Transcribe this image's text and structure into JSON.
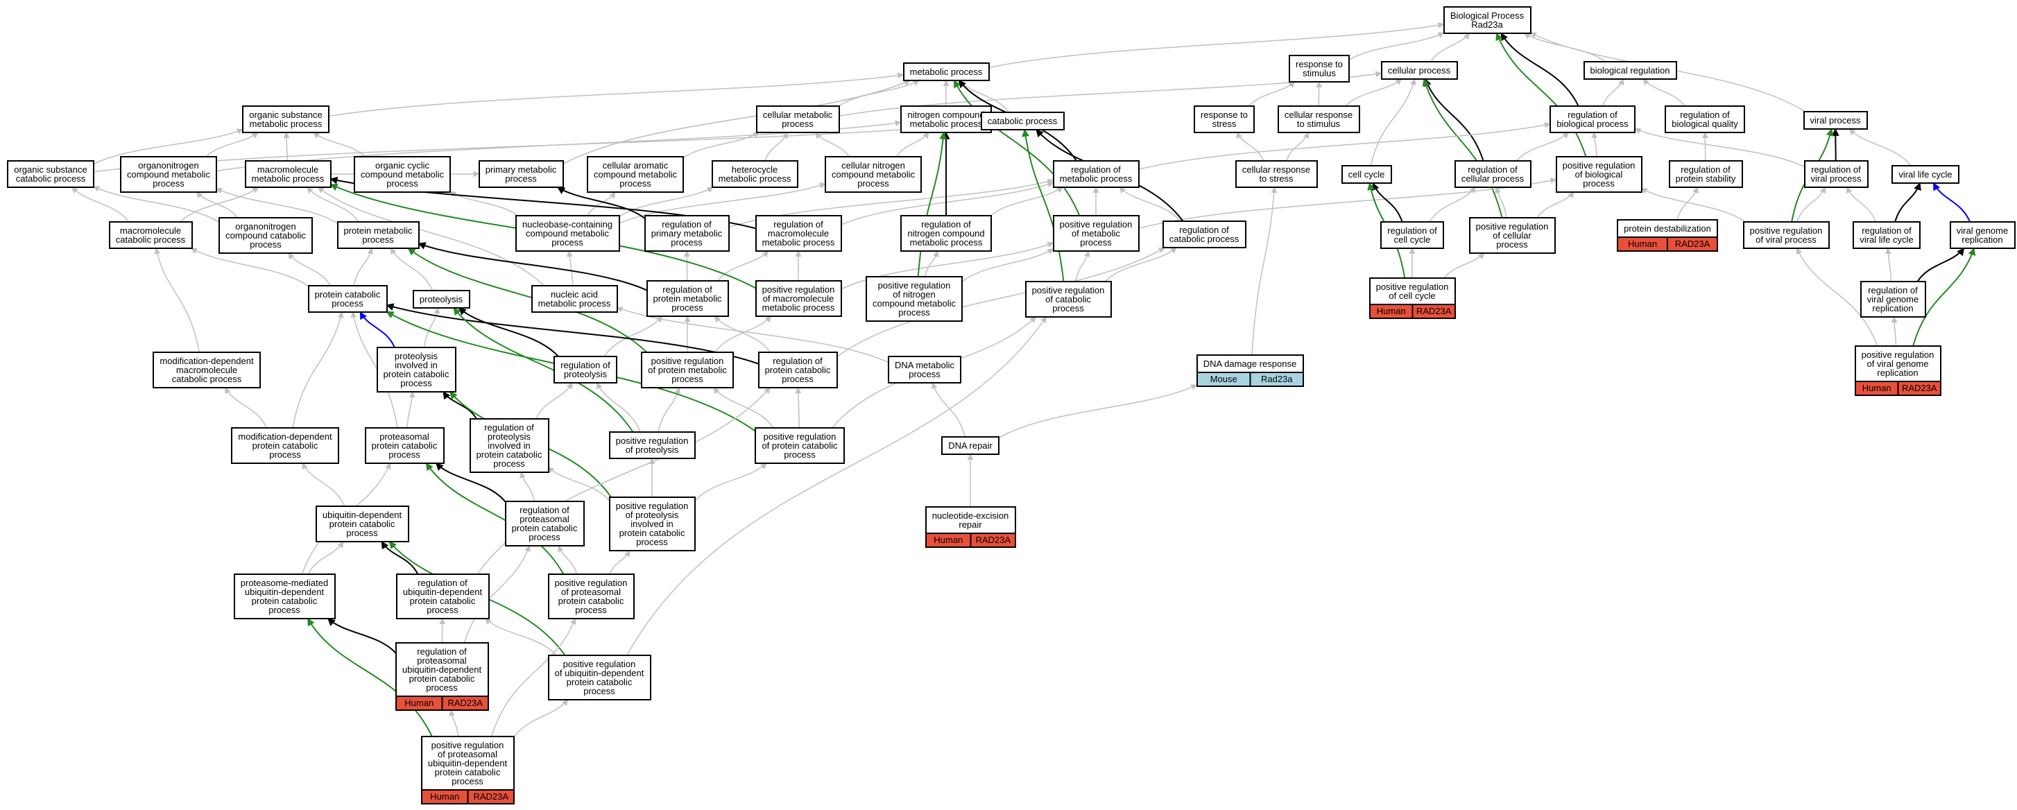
{
  "title": "Biological Process Rad23a",
  "colors": {
    "human": "#e8503a",
    "mouse": "#a8d4e0",
    "is_a": "#c0c0c0",
    "regulates": "#000000",
    "positively_regulates": "#228b22",
    "part_of": "#0000ff"
  },
  "nodes": [
    {
      "id": "bp",
      "lines": [
        "Biological Process",
        "Rad23a"
      ]
    },
    {
      "id": "mp",
      "lines": [
        "metabolic process"
      ]
    },
    {
      "id": "rts",
      "lines": [
        "response to",
        "stimulus"
      ]
    },
    {
      "id": "cp",
      "lines": [
        "cellular process"
      ]
    },
    {
      "id": "br",
      "lines": [
        "biological regulation"
      ]
    },
    {
      "id": "osmp",
      "lines": [
        "organic substance",
        "metabolic process"
      ]
    },
    {
      "id": "cmp",
      "lines": [
        "cellular metabolic",
        "process"
      ]
    },
    {
      "id": "ncmp",
      "lines": [
        "nitrogen compound",
        "metabolic process"
      ]
    },
    {
      "id": "catp",
      "lines": [
        "catabolic process"
      ]
    },
    {
      "id": "rtstress",
      "lines": [
        "response to",
        "stress"
      ]
    },
    {
      "id": "crs",
      "lines": [
        "cellular response",
        "to stimulus"
      ]
    },
    {
      "id": "rbp",
      "lines": [
        "regulation of",
        "biological process"
      ]
    },
    {
      "id": "rbq",
      "lines": [
        "regulation of",
        "biological quality"
      ]
    },
    {
      "id": "vp",
      "lines": [
        "viral process"
      ]
    },
    {
      "id": "oscp",
      "lines": [
        "organic substance",
        "catabolic process"
      ]
    },
    {
      "id": "ocmp",
      "lines": [
        "organonitrogen",
        "compound metabolic",
        "process"
      ]
    },
    {
      "id": "mmp",
      "lines": [
        "macromolecule",
        "metabolic process"
      ]
    },
    {
      "id": "ocycmp",
      "lines": [
        "organic cyclic",
        "compound metabolic",
        "process"
      ]
    },
    {
      "id": "pmp",
      "lines": [
        "primary metabolic",
        "process"
      ]
    },
    {
      "id": "camp",
      "lines": [
        "cellular aromatic",
        "compound metabolic",
        "process"
      ]
    },
    {
      "id": "hmp",
      "lines": [
        "heterocycle",
        "metabolic process"
      ]
    },
    {
      "id": "cncmp",
      "lines": [
        "cellular nitrogen",
        "compound metabolic",
        "process"
      ]
    },
    {
      "id": "rmp",
      "lines": [
        "regulation of",
        "metabolic process"
      ]
    },
    {
      "id": "crstress",
      "lines": [
        "cellular response",
        "to stress"
      ]
    },
    {
      "id": "cc",
      "lines": [
        "cell cycle"
      ]
    },
    {
      "id": "rcp",
      "lines": [
        "regulation of",
        "cellular process"
      ]
    },
    {
      "id": "prbp",
      "lines": [
        "positive regulation",
        "of biological",
        "process"
      ]
    },
    {
      "id": "rps",
      "lines": [
        "regulation of",
        "protein stability"
      ]
    },
    {
      "id": "rvp",
      "lines": [
        "regulation of",
        "viral process"
      ]
    },
    {
      "id": "vlc",
      "lines": [
        "viral life cycle"
      ]
    },
    {
      "id": "mcp",
      "lines": [
        "macromolecule",
        "catabolic process"
      ]
    },
    {
      "id": "occp",
      "lines": [
        "organonitrogen",
        "compound catabolic",
        "process"
      ]
    },
    {
      "id": "prmp",
      "lines": [
        "protein metabolic",
        "process"
      ]
    },
    {
      "id": "nbcmp",
      "lines": [
        "nucleobase-containing",
        "compound metabolic",
        "process"
      ]
    },
    {
      "id": "rprimp",
      "lines": [
        "regulation of",
        "primary metabolic",
        "process"
      ]
    },
    {
      "id": "rmmp",
      "lines": [
        "regulation of",
        "macromolecule",
        "metabolic process"
      ]
    },
    {
      "id": "rncmp",
      "lines": [
        "regulation of",
        "nitrogen compound",
        "metabolic process"
      ]
    },
    {
      "id": "prmetp",
      "lines": [
        "positive regulation",
        "of metabolic",
        "process"
      ]
    },
    {
      "id": "rcatp",
      "lines": [
        "regulation of",
        "catabolic process"
      ]
    },
    {
      "id": "rcc",
      "lines": [
        "regulation of",
        "cell cycle"
      ]
    },
    {
      "id": "prcellp",
      "lines": [
        "positive regulation",
        "of cellular",
        "process"
      ]
    },
    {
      "id": "pd",
      "lines": [
        "protein destabilization"
      ],
      "ann": [
        {
          "species": "Human",
          "gene": "RAD23A"
        }
      ]
    },
    {
      "id": "prvp",
      "lines": [
        "positive regulation",
        "of viral process"
      ]
    },
    {
      "id": "rvlc",
      "lines": [
        "regulation of",
        "viral life cycle"
      ]
    },
    {
      "id": "vgr",
      "lines": [
        "viral genome",
        "replication"
      ]
    },
    {
      "id": "pcatp",
      "lines": [
        "protein catabolic",
        "process"
      ]
    },
    {
      "id": "proteolysis",
      "lines": [
        "proteolysis"
      ]
    },
    {
      "id": "namp",
      "lines": [
        "nucleic acid",
        "metabolic process"
      ]
    },
    {
      "id": "rprotmp",
      "lines": [
        "regulation of",
        "protein metabolic",
        "process"
      ]
    },
    {
      "id": "prmmp",
      "lines": [
        "positive regulation",
        "of macromolecule",
        "metabolic process"
      ]
    },
    {
      "id": "prncmp",
      "lines": [
        "positive regulation",
        "of nitrogen",
        "compound metabolic",
        "process"
      ]
    },
    {
      "id": "prcatp",
      "lines": [
        "positive regulation",
        "of catabolic",
        "process"
      ]
    },
    {
      "id": "prcc",
      "lines": [
        "positive regulation",
        "of cell cycle"
      ],
      "ann": [
        {
          "species": "Human",
          "gene": "RAD23A"
        }
      ]
    },
    {
      "id": "rvgr",
      "lines": [
        "regulation of",
        "viral genome",
        "replication"
      ]
    },
    {
      "id": "mdmcp",
      "lines": [
        "modification-dependent",
        "macromolecule",
        "catabolic process"
      ]
    },
    {
      "id": "pipcp",
      "lines": [
        "proteolysis",
        "involved in",
        "protein catabolic",
        "process"
      ]
    },
    {
      "id": "rprot",
      "lines": [
        "regulation of",
        "proteolysis"
      ]
    },
    {
      "id": "prpmp",
      "lines": [
        "positive regulation",
        "of protein metabolic",
        "process"
      ]
    },
    {
      "id": "rpcp",
      "lines": [
        "regulation of",
        "protein catabolic",
        "process"
      ]
    },
    {
      "id": "dmp",
      "lines": [
        "DNA metabolic",
        "process"
      ]
    },
    {
      "id": "ddr",
      "lines": [
        "DNA damage response"
      ],
      "ann": [
        {
          "species": "Mouse",
          "gene": "Rad23a"
        }
      ]
    },
    {
      "id": "prvgr",
      "lines": [
        "positive regulation",
        "of viral genome",
        "replication"
      ],
      "ann": [
        {
          "species": "Human",
          "gene": "RAD23A"
        }
      ]
    },
    {
      "id": "mdpcp",
      "lines": [
        "modification-dependent",
        "protein catabolic",
        "process"
      ]
    },
    {
      "id": "ppcp",
      "lines": [
        "proteasomal",
        "protein catabolic",
        "process"
      ]
    },
    {
      "id": "rpipcp",
      "lines": [
        "regulation of",
        "proteolysis",
        "involved in",
        "protein catabolic",
        "process"
      ]
    },
    {
      "id": "prprot",
      "lines": [
        "positive regulation",
        "of proteolysis"
      ]
    },
    {
      "id": "prpcp",
      "lines": [
        "positive regulation",
        "of protein catabolic",
        "process"
      ]
    },
    {
      "id": "dnarep",
      "lines": [
        "DNA repair"
      ]
    },
    {
      "id": "udpcp",
      "lines": [
        "ubiquitin-dependent",
        "protein catabolic",
        "process"
      ]
    },
    {
      "id": "rppcp",
      "lines": [
        "regulation of",
        "proteasomal",
        "protein catabolic",
        "process"
      ]
    },
    {
      "id": "prpipcp",
      "lines": [
        "positive regulation",
        "of proteolysis",
        "involved in",
        "protein catabolic",
        "process"
      ]
    },
    {
      "id": "ner",
      "lines": [
        "nucleotide-excision",
        "repair"
      ],
      "ann": [
        {
          "species": "Human",
          "gene": "RAD23A"
        }
      ]
    },
    {
      "id": "pmudpcp",
      "lines": [
        "proteasome-mediated",
        "ubiquitin-dependent",
        "protein catabolic",
        "process"
      ]
    },
    {
      "id": "rudpcp",
      "lines": [
        "regulation of",
        "ubiquitin-dependent",
        "protein catabolic",
        "process"
      ]
    },
    {
      "id": "prppcp",
      "lines": [
        "positive regulation",
        "of proteasomal",
        "protein catabolic",
        "process"
      ]
    },
    {
      "id": "rpudpcp",
      "lines": [
        "regulation of",
        "proteasomal",
        "ubiquitin-dependent",
        "protein catabolic",
        "process"
      ],
      "ann": [
        {
          "species": "Human",
          "gene": "RAD23A"
        }
      ]
    },
    {
      "id": "prudpcp",
      "lines": [
        "positive regulation",
        "of ubiquitin-dependent",
        "protein catabolic",
        "process"
      ]
    },
    {
      "id": "prpudpcp",
      "lines": [
        "positive regulation",
        "of proteasomal",
        "ubiquitin-dependent",
        "protein catabolic",
        "process"
      ],
      "ann": [
        {
          "species": "Human",
          "gene": "RAD23A"
        }
      ]
    }
  ],
  "edges": [
    [
      "mp",
      "bp",
      "is_a"
    ],
    [
      "rts",
      "bp",
      "is_a"
    ],
    [
      "cp",
      "bp",
      "is_a"
    ],
    [
      "br",
      "bp",
      "is_a"
    ],
    [
      "vp",
      "bp",
      "is_a"
    ],
    [
      "osmp",
      "mp",
      "is_a"
    ],
    [
      "cmp",
      "mp",
      "is_a"
    ],
    [
      "ncmp",
      "mp",
      "is_a"
    ],
    [
      "catp",
      "mp",
      "is_a"
    ],
    [
      "pmp",
      "mp",
      "is_a"
    ],
    [
      "rtstress",
      "rts",
      "is_a"
    ],
    [
      "crs",
      "rts",
      "is_a"
    ],
    [
      "crs",
      "cp",
      "is_a"
    ],
    [
      "cmp",
      "cp",
      "is_a"
    ],
    [
      "cc",
      "cp",
      "is_a"
    ],
    [
      "rbp",
      "br",
      "is_a"
    ],
    [
      "rbq",
      "br",
      "is_a"
    ],
    [
      "rcp",
      "cp",
      "regulates"
    ],
    [
      "prcellp",
      "cp",
      "positively_regulates"
    ],
    [
      "rbp",
      "bp",
      "regulates"
    ],
    [
      "prbp",
      "bp",
      "positively_regulates"
    ],
    [
      "rmp",
      "mp",
      "regulates"
    ],
    [
      "prmetp",
      "mp",
      "positively_regulates"
    ],
    [
      "oscp",
      "osmp",
      "is_a"
    ],
    [
      "oscp",
      "catp",
      "is_a"
    ],
    [
      "ocmp",
      "osmp",
      "is_a"
    ],
    [
      "ocmp",
      "ncmp",
      "is_a"
    ],
    [
      "mmp",
      "osmp",
      "is_a"
    ],
    [
      "mmp",
      "pmp",
      "is_a"
    ],
    [
      "ocycmp",
      "osmp",
      "is_a"
    ],
    [
      "pmp",
      "mp",
      "is_a"
    ],
    [
      "camp",
      "cmp",
      "is_a"
    ],
    [
      "hmp",
      "cmp",
      "is_a"
    ],
    [
      "cncmp",
      "cmp",
      "is_a"
    ],
    [
      "cncmp",
      "ncmp",
      "is_a"
    ],
    [
      "rmp",
      "rbp",
      "is_a"
    ],
    [
      "crstress",
      "rtstress",
      "is_a"
    ],
    [
      "crstress",
      "crs",
      "is_a"
    ],
    [
      "rcp",
      "rbp",
      "is_a"
    ],
    [
      "prbp",
      "rbp",
      "is_a"
    ],
    [
      "rps",
      "rbq",
      "is_a"
    ],
    [
      "rvp",
      "vp",
      "regulates"
    ],
    [
      "rvp",
      "rbp",
      "is_a"
    ],
    [
      "vlc",
      "vp",
      "is_a"
    ],
    [
      "mcp",
      "mmp",
      "is_a"
    ],
    [
      "mcp",
      "oscp",
      "is_a"
    ],
    [
      "occp",
      "ocmp",
      "is_a"
    ],
    [
      "occp",
      "oscp",
      "is_a"
    ],
    [
      "prmp",
      "mmp",
      "is_a"
    ],
    [
      "prmp",
      "ocmp",
      "is_a"
    ],
    [
      "nbcmp",
      "camp",
      "is_a"
    ],
    [
      "nbcmp",
      "hmp",
      "is_a"
    ],
    [
      "nbcmp",
      "ocycmp",
      "is_a"
    ],
    [
      "nbcmp",
      "cncmp",
      "is_a"
    ],
    [
      "rprimp",
      "pmp",
      "regulates"
    ],
    [
      "rprimp",
      "rmp",
      "is_a"
    ],
    [
      "rmmp",
      "mmp",
      "regulates"
    ],
    [
      "rmmp",
      "rmp",
      "is_a"
    ],
    [
      "rncmp",
      "ncmp",
      "regulates"
    ],
    [
      "rncmp",
      "rmp",
      "is_a"
    ],
    [
      "prmetp",
      "rmp",
      "is_a"
    ],
    [
      "prmetp",
      "prbp",
      "is_a"
    ],
    [
      "rcatp",
      "catp",
      "regulates"
    ],
    [
      "rcatp",
      "rmp",
      "is_a"
    ],
    [
      "rcc",
      "cc",
      "regulates"
    ],
    [
      "rcc",
      "rcp",
      "is_a"
    ],
    [
      "prcellp",
      "rcp",
      "is_a"
    ],
    [
      "prcellp",
      "prbp",
      "is_a"
    ],
    [
      "pd",
      "rps",
      "is_a"
    ],
    [
      "prvp",
      "rvp",
      "is_a"
    ],
    [
      "prvp",
      "vp",
      "positively_regulates"
    ],
    [
      "prvp",
      "prbp",
      "is_a"
    ],
    [
      "rvlc",
      "vlc",
      "regulates"
    ],
    [
      "rvlc",
      "rvp",
      "is_a"
    ],
    [
      "vgr",
      "vlc",
      "part_of"
    ],
    [
      "pcatp",
      "mcp",
      "is_a"
    ],
    [
      "pcatp",
      "prmp",
      "is_a"
    ],
    [
      "pcatp",
      "occp",
      "is_a"
    ],
    [
      "proteolysis",
      "prmp",
      "is_a"
    ],
    [
      "namp",
      "nbcmp",
      "is_a"
    ],
    [
      "namp",
      "mmp",
      "is_a"
    ],
    [
      "rprotmp",
      "prmp",
      "regulates"
    ],
    [
      "rprotmp",
      "rprimp",
      "is_a"
    ],
    [
      "rprotmp",
      "rmmp",
      "is_a"
    ],
    [
      "prmmp",
      "mmp",
      "positively_regulates"
    ],
    [
      "prmmp",
      "rmmp",
      "is_a"
    ],
    [
      "prmmp",
      "prmetp",
      "is_a"
    ],
    [
      "prncmp",
      "ncmp",
      "positively_regulates"
    ],
    [
      "prncmp",
      "rncmp",
      "is_a"
    ],
    [
      "prncmp",
      "prmetp",
      "is_a"
    ],
    [
      "prcatp",
      "catp",
      "positively_regulates"
    ],
    [
      "prcatp",
      "rcatp",
      "is_a"
    ],
    [
      "prcatp",
      "prmetp",
      "is_a"
    ],
    [
      "prcc",
      "cc",
      "positively_regulates"
    ],
    [
      "prcc",
      "rcc",
      "is_a"
    ],
    [
      "prcc",
      "prcellp",
      "is_a"
    ],
    [
      "rvgr",
      "vgr",
      "regulates"
    ],
    [
      "rvgr",
      "rvlc",
      "is_a"
    ],
    [
      "mdmcp",
      "mcp",
      "is_a"
    ],
    [
      "pipcp",
      "pcatp",
      "part_of"
    ],
    [
      "pipcp",
      "proteolysis",
      "is_a"
    ],
    [
      "rprot",
      "proteolysis",
      "regulates"
    ],
    [
      "rprot",
      "rprotmp",
      "is_a"
    ],
    [
      "prpmp",
      "prmp",
      "positively_regulates"
    ],
    [
      "prpmp",
      "rprotmp",
      "is_a"
    ],
    [
      "prpmp",
      "prmmp",
      "is_a"
    ],
    [
      "rpcp",
      "pcatp",
      "regulates"
    ],
    [
      "rpcp",
      "rprotmp",
      "is_a"
    ],
    [
      "rpcp",
      "rcatp",
      "is_a"
    ],
    [
      "dmp",
      "namp",
      "is_a"
    ],
    [
      "prvgr",
      "vgr",
      "positively_regulates"
    ],
    [
      "prvgr",
      "rvgr",
      "is_a"
    ],
    [
      "prvgr",
      "prvp",
      "is_a"
    ],
    [
      "mdpcp",
      "pcatp",
      "is_a"
    ],
    [
      "mdpcp",
      "mdmcp",
      "is_a"
    ],
    [
      "ppcp",
      "pcatp",
      "is_a"
    ],
    [
      "ppcp",
      "pipcp",
      "is_a"
    ],
    [
      "rpipcp",
      "pipcp",
      "regulates"
    ],
    [
      "rpipcp",
      "rprot",
      "is_a"
    ],
    [
      "prprot",
      "proteolysis",
      "positively_regulates"
    ],
    [
      "prprot",
      "rprot",
      "is_a"
    ],
    [
      "prprot",
      "prpmp",
      "is_a"
    ],
    [
      "prpcp",
      "pcatp",
      "positively_regulates"
    ],
    [
      "prpcp",
      "rpcp",
      "is_a"
    ],
    [
      "prpcp",
      "prpmp",
      "is_a"
    ],
    [
      "prpcp",
      "prcatp",
      "is_a"
    ],
    [
      "dnarep",
      "dmp",
      "is_a"
    ],
    [
      "dnarep",
      "ddr",
      "is_a"
    ],
    [
      "ddr",
      "crstress",
      "is_a"
    ],
    [
      "udpcp",
      "mdpcp",
      "is_a"
    ],
    [
      "rppcp",
      "ppcp",
      "regulates"
    ],
    [
      "rppcp",
      "rpipcp",
      "is_a"
    ],
    [
      "prpipcp",
      "pipcp",
      "positively_regulates"
    ],
    [
      "prpipcp",
      "rpipcp",
      "is_a"
    ],
    [
      "prpipcp",
      "prprot",
      "is_a"
    ],
    [
      "prpipcp",
      "prpcp",
      "is_a"
    ],
    [
      "ner",
      "dnarep",
      "is_a"
    ],
    [
      "pmudpcp",
      "udpcp",
      "is_a"
    ],
    [
      "pmudpcp",
      "ppcp",
      "is_a"
    ],
    [
      "rudpcp",
      "udpcp",
      "regulates"
    ],
    [
      "rudpcp",
      "rpcp",
      "is_a"
    ],
    [
      "prppcp",
      "ppcp",
      "positively_regulates"
    ],
    [
      "prppcp",
      "rppcp",
      "is_a"
    ],
    [
      "prppcp",
      "prpipcp",
      "is_a"
    ],
    [
      "rpudpcp",
      "pmudpcp",
      "regulates"
    ],
    [
      "rpudpcp",
      "rudpcp",
      "is_a"
    ],
    [
      "rpudpcp",
      "rppcp",
      "is_a"
    ],
    [
      "prudpcp",
      "udpcp",
      "positively_regulates"
    ],
    [
      "prudpcp",
      "rudpcp",
      "is_a"
    ],
    [
      "prudpcp",
      "prcatp",
      "is_a"
    ],
    [
      "prpudpcp",
      "pmudpcp",
      "positively_regulates"
    ],
    [
      "prpudpcp",
      "rpudpcp",
      "is_a"
    ],
    [
      "prpudpcp",
      "prppcp",
      "is_a"
    ],
    [
      "prpudpcp",
      "prudpcp",
      "is_a"
    ]
  ]
}
